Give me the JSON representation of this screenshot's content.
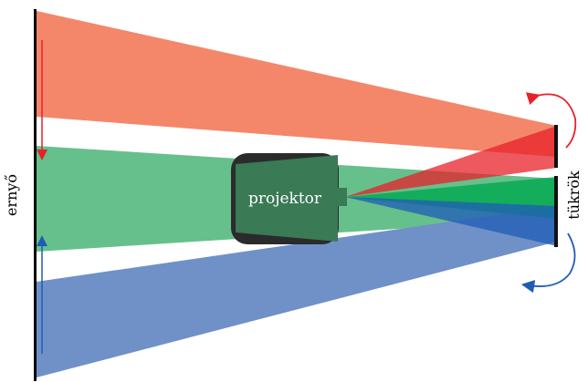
{
  "labels": {
    "screen": "ernyő",
    "projector": "projektor",
    "mirrors": "tükrök"
  },
  "colors": {
    "red_beam": "#f4876a",
    "green_beam": "#66c08c",
    "blue_beam": "#7090c8",
    "red_mirror": "#e8202a",
    "green_mirror": "#00a850",
    "blue_mirror": "#1f5cb5",
    "arrow_red": "#e8202a",
    "arrow_blue": "#1f5cb5",
    "projector_body": "#3a7a55",
    "projector_dark": "#2b2b2b"
  }
}
